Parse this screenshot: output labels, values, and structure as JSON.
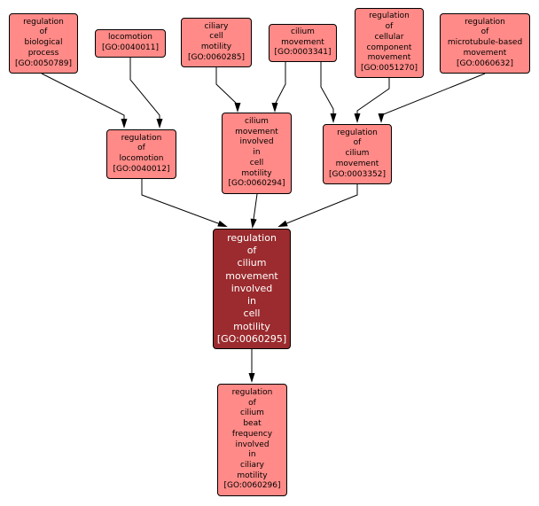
{
  "colors": {
    "node_fill": "#ff8a87",
    "focus_fill": "#9b2b2e",
    "focus_text": "#ffffff",
    "border": "#000000",
    "edge": "#000000"
  },
  "nodes": {
    "go0050789": {
      "lines": [
        "regulation",
        "of",
        "biological",
        "process",
        "[GO:0050789]"
      ]
    },
    "go0040011": {
      "lines": [
        "locomotion",
        "[GO:0040011]"
      ]
    },
    "go0060285": {
      "lines": [
        "ciliary",
        "cell",
        "motility",
        "[GO:0060285]"
      ]
    },
    "go0003341": {
      "lines": [
        "cilium",
        "movement",
        "[GO:0003341]"
      ]
    },
    "go0051270": {
      "lines": [
        "regulation",
        "of",
        "cellular",
        "component",
        "movement",
        "[GO:0051270]"
      ]
    },
    "go0060632": {
      "lines": [
        "regulation",
        "of",
        "microtubule-based",
        "movement",
        "[GO:0060632]"
      ]
    },
    "go0040012": {
      "lines": [
        "regulation",
        "of",
        "locomotion",
        "[GO:0040012]"
      ]
    },
    "go0060294": {
      "lines": [
        "cilium",
        "movement",
        "involved",
        "in",
        "cell",
        "motility",
        "[GO:0060294]"
      ]
    },
    "go0003352": {
      "lines": [
        "regulation",
        "of",
        "cilium",
        "movement",
        "[GO:0003352]"
      ]
    },
    "go0060295": {
      "lines": [
        "regulation",
        "of",
        "cilium",
        "movement",
        "involved",
        "in",
        "cell",
        "motility",
        "[GO:0060295]"
      ]
    },
    "go0060296": {
      "lines": [
        "regulation",
        "of",
        "cilium",
        "beat",
        "frequency",
        "involved",
        "in",
        "ciliary",
        "motility",
        "[GO:0060296]"
      ]
    }
  },
  "edges": [
    {
      "from": "go0050789",
      "to": "go0040012"
    },
    {
      "from": "go0040011",
      "to": "go0040012"
    },
    {
      "from": "go0060285",
      "to": "go0060294"
    },
    {
      "from": "go0003341",
      "to": "go0060294"
    },
    {
      "from": "go0003341",
      "to": "go0003352"
    },
    {
      "from": "go0051270",
      "to": "go0003352"
    },
    {
      "from": "go0060632",
      "to": "go0003352"
    },
    {
      "from": "go0040012",
      "to": "go0060295"
    },
    {
      "from": "go0060294",
      "to": "go0060295"
    },
    {
      "from": "go0003352",
      "to": "go0060295"
    },
    {
      "from": "go0060295",
      "to": "go0060296"
    }
  ]
}
